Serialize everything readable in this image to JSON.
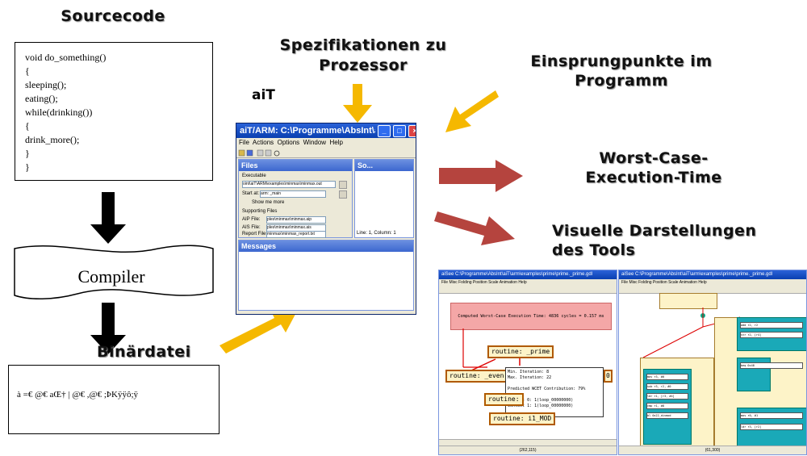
{
  "headings": {
    "sourcecode": "Sourcecode",
    "spezifikationen": "Spezifikationen zu Prozessor",
    "einsprung": "Einsprungpunkte im Programm",
    "wcet": "Worst-Case-Execution-Time",
    "visuelle": "Visuelle Darstellungen des Tools",
    "ait": "aiT",
    "binaer": "Binärdatei"
  },
  "code_lines": [
    "void do_something()",
    "{",
    "sleeping();",
    "eating();",
    "while(drinking())",
    "{",
    "drink_more();",
    "}",
    "}"
  ],
  "compiler_label": "Compiler",
  "binary_text": "à  =€ @€  aŒ† | @€ ,@€ ;ÞKÿÿô;ÿ",
  "colors": {
    "down_arrow": "#000000",
    "yellow_arrow": "#f5b800",
    "red_arrow": "#b5443e"
  },
  "ait_window": {
    "title": "aiT/ARM: C:\\Programme\\AbsInt\\ai...",
    "menu": [
      "File",
      "Actions",
      "Options",
      "Window",
      "Help"
    ],
    "files_panel": {
      "title": "Files",
      "executable_label": "Executable",
      "executable_value": "oint\\aiT\\ARM\\examples\\minmax\\minmax.out",
      "start_label": "Start at:",
      "start_value": "arm: _main",
      "show_more": "Show me more",
      "supporting_label": "Supporting Files",
      "aip_label": "AIP File:",
      "aip_value": "ples\\minmax\\minmax.aip",
      "ais_label": "AIS File:",
      "ais_value": "ples\\minmax\\minmax.ais",
      "report_label": "Report File:",
      "report_value": "minmax\\minmax_report.txt"
    },
    "source_panel": {
      "title": "So...",
      "status": "Line: 1, Column: 1"
    },
    "messages_panel": {
      "title": "Messages"
    }
  },
  "shot1": {
    "title": "aiSee C:\\Programme\\AbsInt\\aiT\\arm\\examples\\prime\\prime._prime.gdl",
    "menu": "File  Misc  Folding  Position  Scale  Animation  Help",
    "wcet_text": "Computed Worst-Case Execution Time: 4836 cycles = 0.157 ms",
    "node_prime": "routine: _prime",
    "node_even": "routine: _even",
    "node_mod": "routine: i1_MOD",
    "node_short": "routine:",
    "info_lines": [
      "Min. Iteration: 8",
      "Max. Iteration: 22",
      "",
      "Predicted WCET Contribution: 79%",
      "",
      "Context 0: 1(loop_00000000)",
      "Context 1: 1(loop_00000000)"
    ],
    "info_suffix": "0",
    "status": "(262,115)"
  },
  "shot2": {
    "title": "aiSee C:\\Programme\\AbsInt\\aiT\\arm\\examples\\prime\\prime._prime.gdl",
    "menu": "File  Misc  Folding  Position  Scale  Animation  Help",
    "status": "(61,300)",
    "cells": [
      "mov r3, #0",
      "sub r3, r2, #0",
      "ldr r1, [r3, #4]",
      "cmp r1, #8",
      "bl 0x22_divmod",
      "add r2, r2",
      "str r2, [r4]",
      "beq 0x48",
      "mov r0, #1",
      "ldr r3, [r2]"
    ]
  }
}
